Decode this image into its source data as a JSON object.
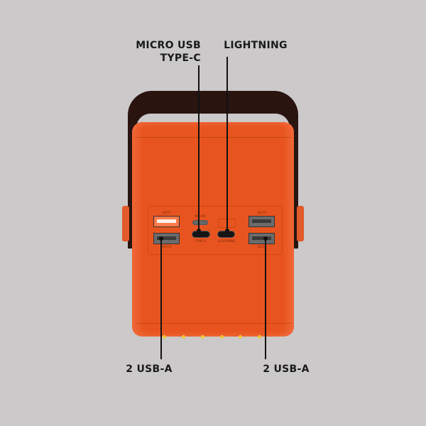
{
  "callouts": {
    "micro_usb_line1": "MICRO USB",
    "micro_usb_line2": "TYPE-C",
    "lightning": "LIGHTNING",
    "usb_a_left": "2 USB-A",
    "usb_a_right": "2 USB-A"
  },
  "ports": {
    "out1": "OUT1",
    "out2": "OUT2",
    "out3": "OUT3",
    "out4": "OUT4",
    "micro": "MICRO",
    "type_c": "TYPE-C",
    "lightning": "LIGHTNING"
  },
  "colors": {
    "body": "#e8541f",
    "handle": "#2a1410",
    "background": "#cbc9c9",
    "led": "#f0c838"
  }
}
